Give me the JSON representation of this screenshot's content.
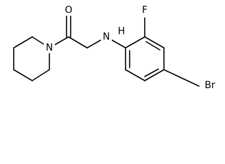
{
  "molecule": {
    "atoms": [
      {
        "id": "O1",
        "element": "O",
        "label": "O"
      },
      {
        "id": "N1",
        "element": "N",
        "label": "N"
      },
      {
        "id": "N2",
        "element": "N",
        "label": "NH",
        "label_main": "N",
        "label_h": "H"
      },
      {
        "id": "F1",
        "element": "F",
        "label": "F"
      },
      {
        "id": "Br1",
        "element": "Br",
        "label": "Br"
      }
    ]
  }
}
